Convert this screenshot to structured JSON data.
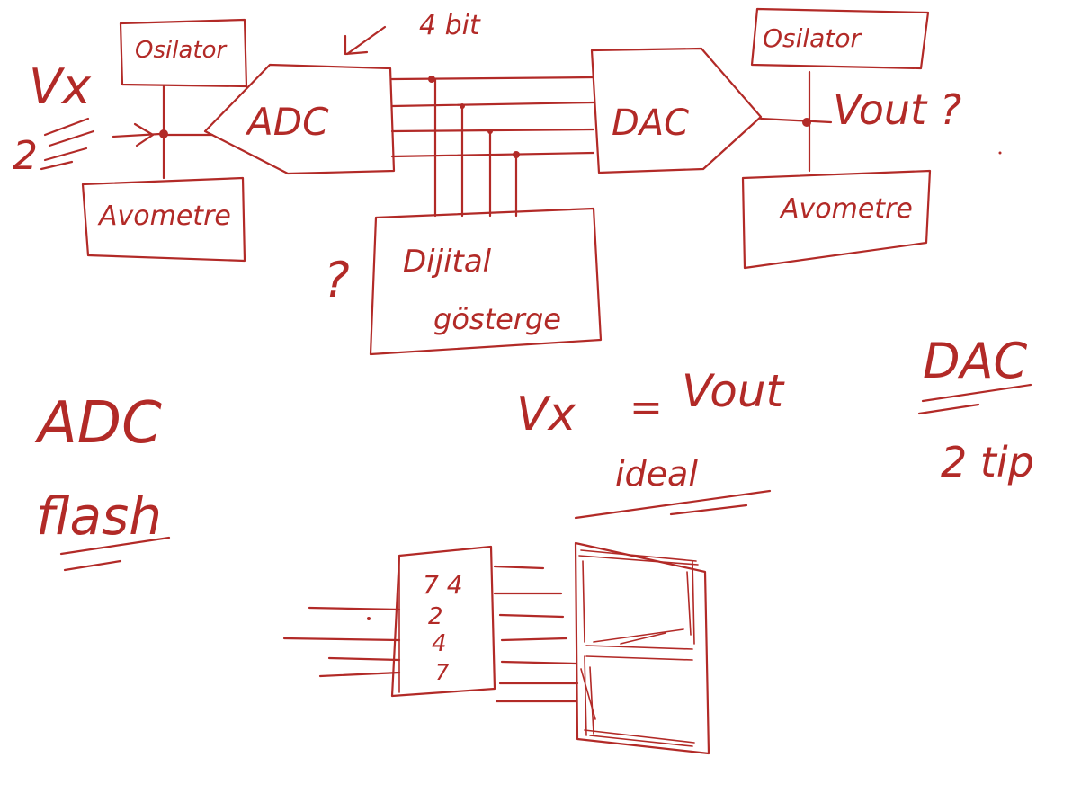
{
  "top_diagram": {
    "input_voltage_label": "Vx",
    "dc_symbol": "2",
    "oscilloscope_left_label": "Osilator",
    "ammeter_left_label": "Avometre",
    "adc_label": "ADC",
    "bits_label": "4 bit",
    "dac_label": "DAC",
    "oscilloscope_right_label": "Osilator",
    "output_voltage_label": "Vout ?",
    "ammeter_right_label": "Avometre",
    "digital_display_label_line1": "Dijital",
    "digital_display_label_line2": "gösterge",
    "question_mark": "?"
  },
  "notes": {
    "adc_heading": "ADC",
    "adc_type": "flash",
    "equation_left": "Vx",
    "equation_equals": "=",
    "equation_right": "Vout",
    "ideal_label": "ideal",
    "dac_heading": "DAC",
    "dac_types": "2 tip"
  },
  "flash_block": {
    "decoder_text_lines": [
      "7 4",
      "2",
      "4",
      "7"
    ]
  },
  "colors": {
    "ink": "#b22a27",
    "background": "#ffffff"
  }
}
